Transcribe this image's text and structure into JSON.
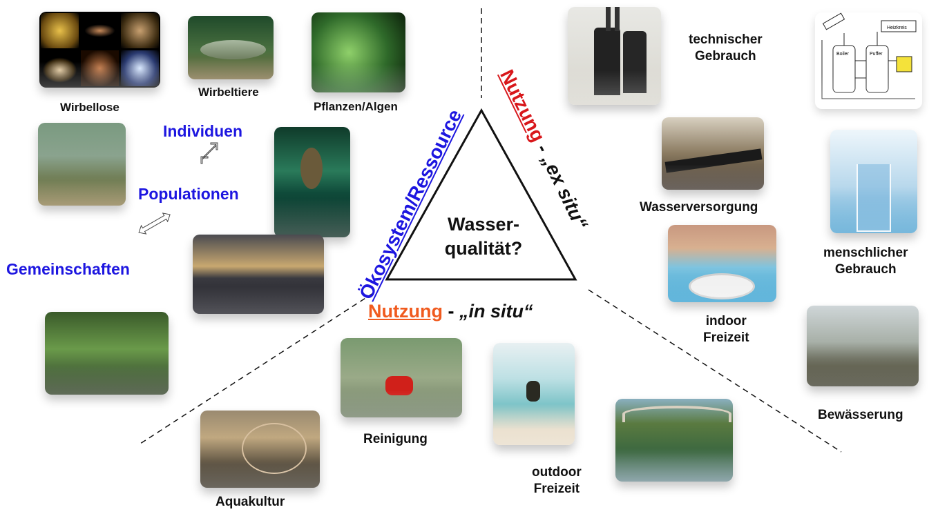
{
  "center": {
    "line1": "Wasser-",
    "line2": "qualität?"
  },
  "axes": {
    "oekosystem": "Ökosystem/Ressource",
    "ex_situ_red": "Nutzung",
    "ex_situ_rest": " - „ex situ“",
    "in_situ_red": "Nutzung",
    "in_situ_dash": " - ",
    "in_situ_rest": "„in situ“"
  },
  "ecology": {
    "individuen": "Individuen",
    "populationen": "Populationen",
    "gemeinschaften": "Gemeinschaften"
  },
  "labels": {
    "wirbellose": "Wirbellose",
    "wirbeltiere": "Wirbeltiere",
    "pflanzen": "Pflanzen/Algen",
    "technischer_1": "technischer",
    "technischer_2": "Gebrauch",
    "wasserversorgung": "Wasserversorgung",
    "menschlicher_1": "menschlicher",
    "menschlicher_2": "Gebrauch",
    "indoor_1": "indoor",
    "indoor_2": "Freizeit",
    "bewaesserung": "Bewässerung",
    "reinigung": "Reinigung",
    "outdoor_1": "outdoor",
    "outdoor_2": "Freizeit",
    "aquakultur": "Aquakultur"
  },
  "diagram_text": {
    "heizkreis": "Heizkreis",
    "boiler": "Boiler",
    "puffer": "Puffer"
  },
  "colors": {
    "blue": "#1d16e0",
    "red": "#d8171b",
    "orange_red": "#f05a1e"
  }
}
